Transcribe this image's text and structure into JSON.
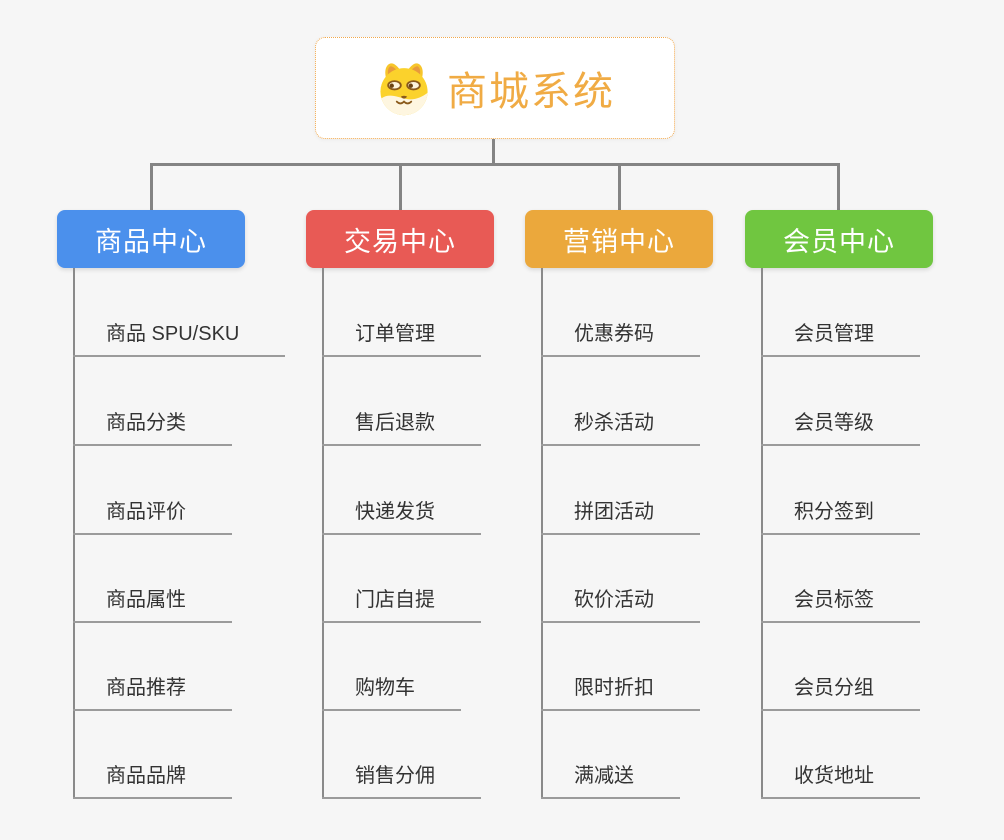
{
  "canvas": {
    "background": "#f6f6f6",
    "connector_color": "#848484"
  },
  "root": {
    "title": "商城系统",
    "icon": "dog-face-icon",
    "border_color": "#F2A94D",
    "title_color": "#F0AB44"
  },
  "branches": [
    {
      "label": "商品中心",
      "color": "#4B90EC",
      "children": [
        "商品 SPU/SKU",
        "商品分类",
        "商品评价",
        "商品属性",
        "商品推荐",
        "商品品牌"
      ]
    },
    {
      "label": "交易中心",
      "color": "#E85A55",
      "children": [
        "订单管理",
        "售后退款",
        "快递发货",
        "门店自提",
        "购物车",
        "销售分佣"
      ]
    },
    {
      "label": "营销中心",
      "color": "#EBA83C",
      "children": [
        "优惠券码",
        "秒杀活动",
        "拼团活动",
        "砍价活动",
        "限时折扣",
        "满减送"
      ]
    },
    {
      "label": "会员中心",
      "color": "#70C640",
      "children": [
        "会员管理",
        "会员等级",
        "积分签到",
        "会员标签",
        "会员分组",
        "收货地址"
      ]
    }
  ]
}
